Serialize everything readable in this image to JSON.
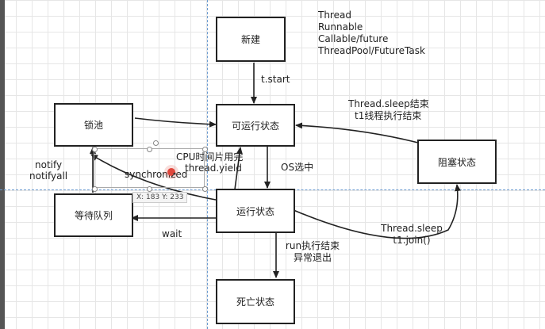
{
  "states": {
    "new": "新建",
    "runnable": "可运行状态",
    "running": "运行状态",
    "blocked": "阻塞状态",
    "lock_pool": "锁池",
    "wait_queue": "等待队列",
    "dead": "死亡状态"
  },
  "ways_to_create": [
    "Thread",
    "Runnable",
    "Callable/future",
    "ThreadPool/FutureTask"
  ],
  "transitions": {
    "t_start": "t.start",
    "os_select": "OS选中",
    "cpu_slice": "CPU时间片用完",
    "thread_yield": "thread.yield",
    "sleep_end": "Thread.sleep结束",
    "t1_end": "t1线程执行结束",
    "thread_sleep": "Thread.sleep",
    "t1_join": "t1.join()",
    "synchronized": "synchronized",
    "wait": "wait",
    "notify": "notify",
    "notifyall": "notifyall",
    "run_end": "run执行结束",
    "exception_exit": "异常退出"
  },
  "cursor": {
    "coords": "X: 183  Y: 233"
  }
}
